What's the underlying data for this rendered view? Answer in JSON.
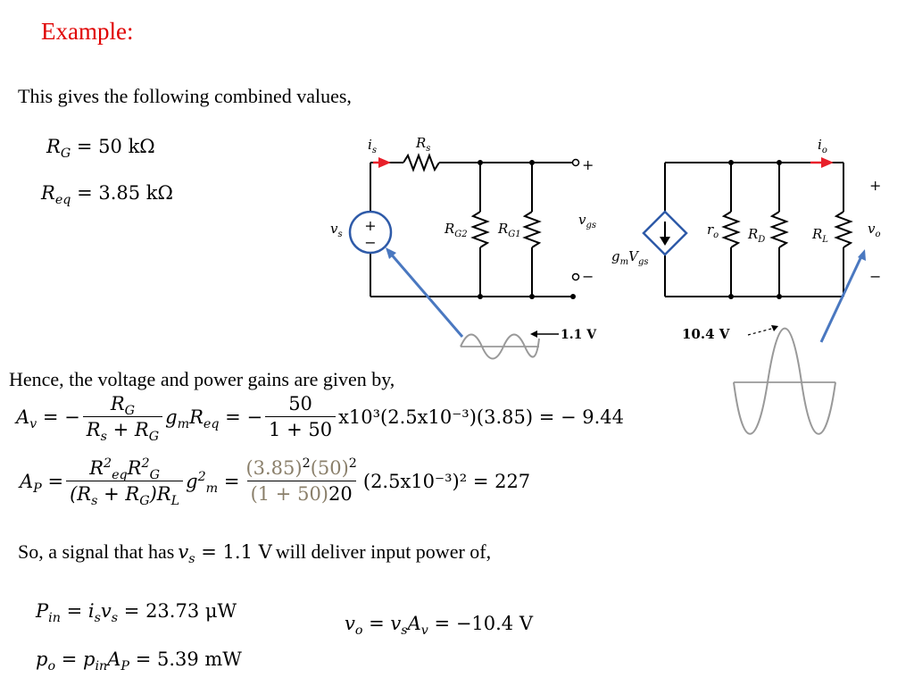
{
  "title": "Example:",
  "intro": "This gives the following combined values,",
  "values": {
    "rg": "= 50 kΩ",
    "req": "= 3.85 kΩ"
  },
  "hence": "Hence, the voltage and power gains are given by,",
  "av": {
    "num1": "50",
    "den1": "1 + 50",
    "rest": "x10³(2.5x10⁻³)(3.85) = − 9.44"
  },
  "ap": {
    "num_a": "(3.85)",
    "num_b": "(50)",
    "den_a": "(1 + 50)",
    "den_b": "20",
    "rest": "(2.5x10⁻³)² = 227"
  },
  "so_text_a": "So, a signal that has",
  "so_text_b": "will deliver input power of,",
  "so_value": "= 1.1 V",
  "results": {
    "pin": "= 23.73 μW",
    "po": "= 5.39 mW",
    "vo": "= −10.4 V"
  },
  "circuit": {
    "labels": {
      "is": "i",
      "rs": "R",
      "vs": "v",
      "rg2": "R",
      "rg1": "R",
      "vgs": "v",
      "gm": "g",
      "ro": "r",
      "rd": "R",
      "rl": "R",
      "io": "i",
      "vo": "v",
      "plus": "+",
      "minus": "−"
    },
    "input_amp": "1.1 V",
    "output_amp": "10.4 V",
    "colors": {
      "arrow_red": "#e8202a",
      "pointer_blue": "#4a78c0",
      "wire": "#000000"
    }
  }
}
